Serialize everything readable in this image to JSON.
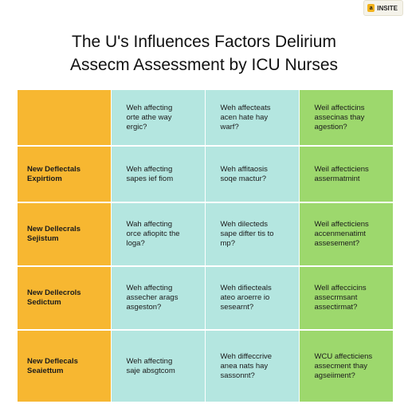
{
  "badge": {
    "icon": "a",
    "label": "INSITE"
  },
  "title": {
    "line1": "The U's Influences Factors Delirium",
    "line2": "Assecm Assessment by ICU Nurses"
  },
  "table": {
    "rows": [
      {
        "label": "",
        "cells": [
          "Weh affecting\norte athe way\nergic?",
          "Weh affecteats\nacen hate hay\nwarf?",
          "Weil affecticins\nassecinas thay\nagestion?"
        ]
      },
      {
        "label": "New Deflectals\nExpirtiom",
        "cells": [
          "Weh affecting\nsapes ief fiom",
          "Weh affitaosis\nsoqe mactur?",
          "Weil affecticiens\nassermatmint"
        ]
      },
      {
        "label": "New Dellecrals\nSejistum",
        "cells": [
          "Wah affecting\norce afiopitc the\nloga?",
          "Weh dilecteds\nsape difter tis to\nmp?",
          "Weil affecticiens\naccenmenatimt\nassesement?"
        ]
      },
      {
        "label": "New Dellecrols\nSedictum",
        "cells": [
          "Weh affecting\nassecher arags\nasgeston?",
          "Weh difiecteals\nateo aroerre io\nsesearnt?",
          "Well affeccicins\nassecrmsant\nassectirmat?"
        ]
      },
      {
        "label": "New Deflecals\nSeaiettum",
        "cells": [
          "Weh affecting\nsaje absgtcom",
          "Weh diffeccrive\nanea nats hay\nsassonnt?",
          "WCU affecticiens\nassecment thay\nagseiiment?"
        ]
      }
    ],
    "colors": {
      "label_column": "#f7b731",
      "middle_columns": "#b4e6e0",
      "last_column": "#9dd86d"
    }
  }
}
